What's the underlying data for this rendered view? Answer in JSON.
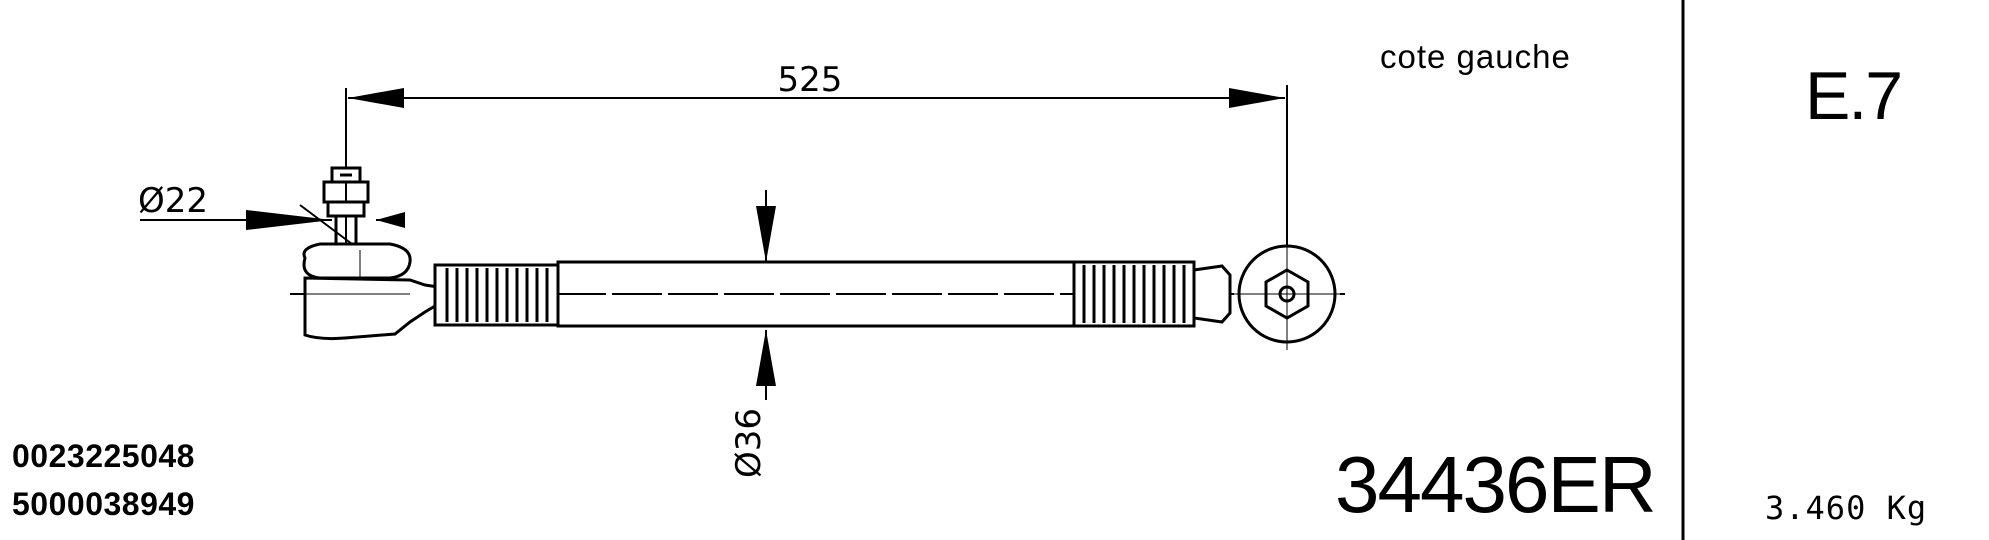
{
  "header": {
    "side_label": "cote gauche",
    "sheet_code": "E.7"
  },
  "dimensions": {
    "length": "525",
    "stud_diameter": "Ø22",
    "tube_diameter": "Ø36"
  },
  "references": [
    "0023225048",
    "5000038949"
  ],
  "part_number": "34436ER",
  "weight": "3.460 Kg"
}
